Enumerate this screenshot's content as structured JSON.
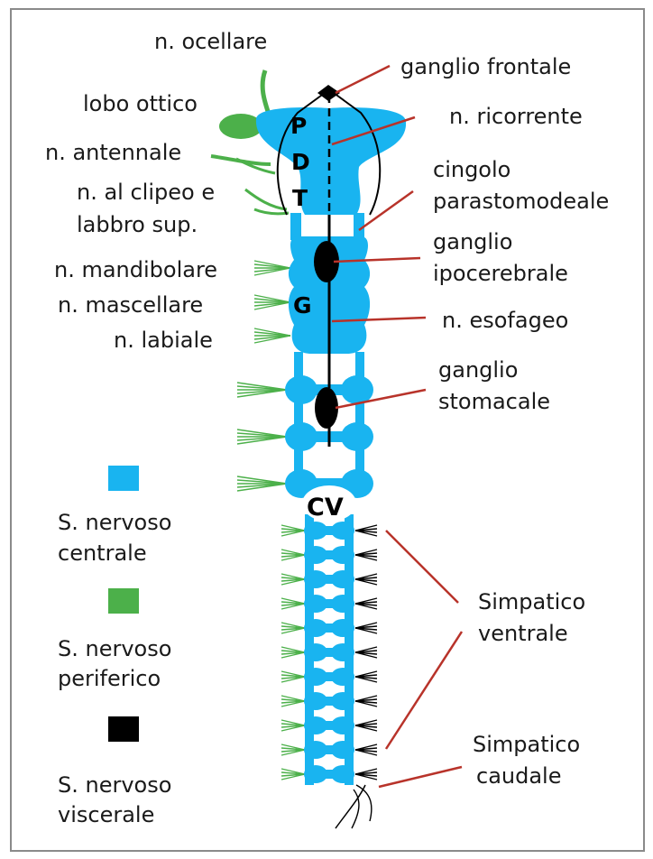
{
  "labels": {
    "ocellare": "n. ocellare",
    "frontale": "ganglio frontale",
    "lobo": "lobo ottico",
    "ricorrente": "n. ricorrente",
    "antennale": "n. antennale",
    "cingolo1": "cingolo",
    "cingolo2": "parastomodeale",
    "clipeo1": "n. al clipeo e",
    "clipeo2": "labbro sup.",
    "ipo1": "ganglio",
    "ipo2": "ipocerebrale",
    "mandibolare": "n. mandibolare",
    "mascellare": "n. mascellare",
    "labiale": "n. labiale",
    "esofageo": "n. esofageo",
    "stom1": "ganglio",
    "stom2": "stomacale",
    "simpv1": "Simpatico",
    "simpv2": "ventrale",
    "simpc1": "Simpatico",
    "simpc2": "caudale"
  },
  "letters": {
    "P": "P",
    "D": "D",
    "T": "T",
    "G": "G",
    "CV": "CV"
  },
  "legend": [
    {
      "color": "#19b4f0",
      "line1": "S. nervoso",
      "line2": "centrale"
    },
    {
      "color": "#4cb04a",
      "line1": "S. nervoso",
      "line2": "periferico"
    },
    {
      "color": "#000000",
      "line1": "S. nervoso",
      "line2": "viscerale"
    }
  ],
  "colors": {
    "central": "#19b4f0",
    "peripheral": "#4cb04a",
    "visceral": "#000000",
    "pointer": "#b8332a"
  }
}
